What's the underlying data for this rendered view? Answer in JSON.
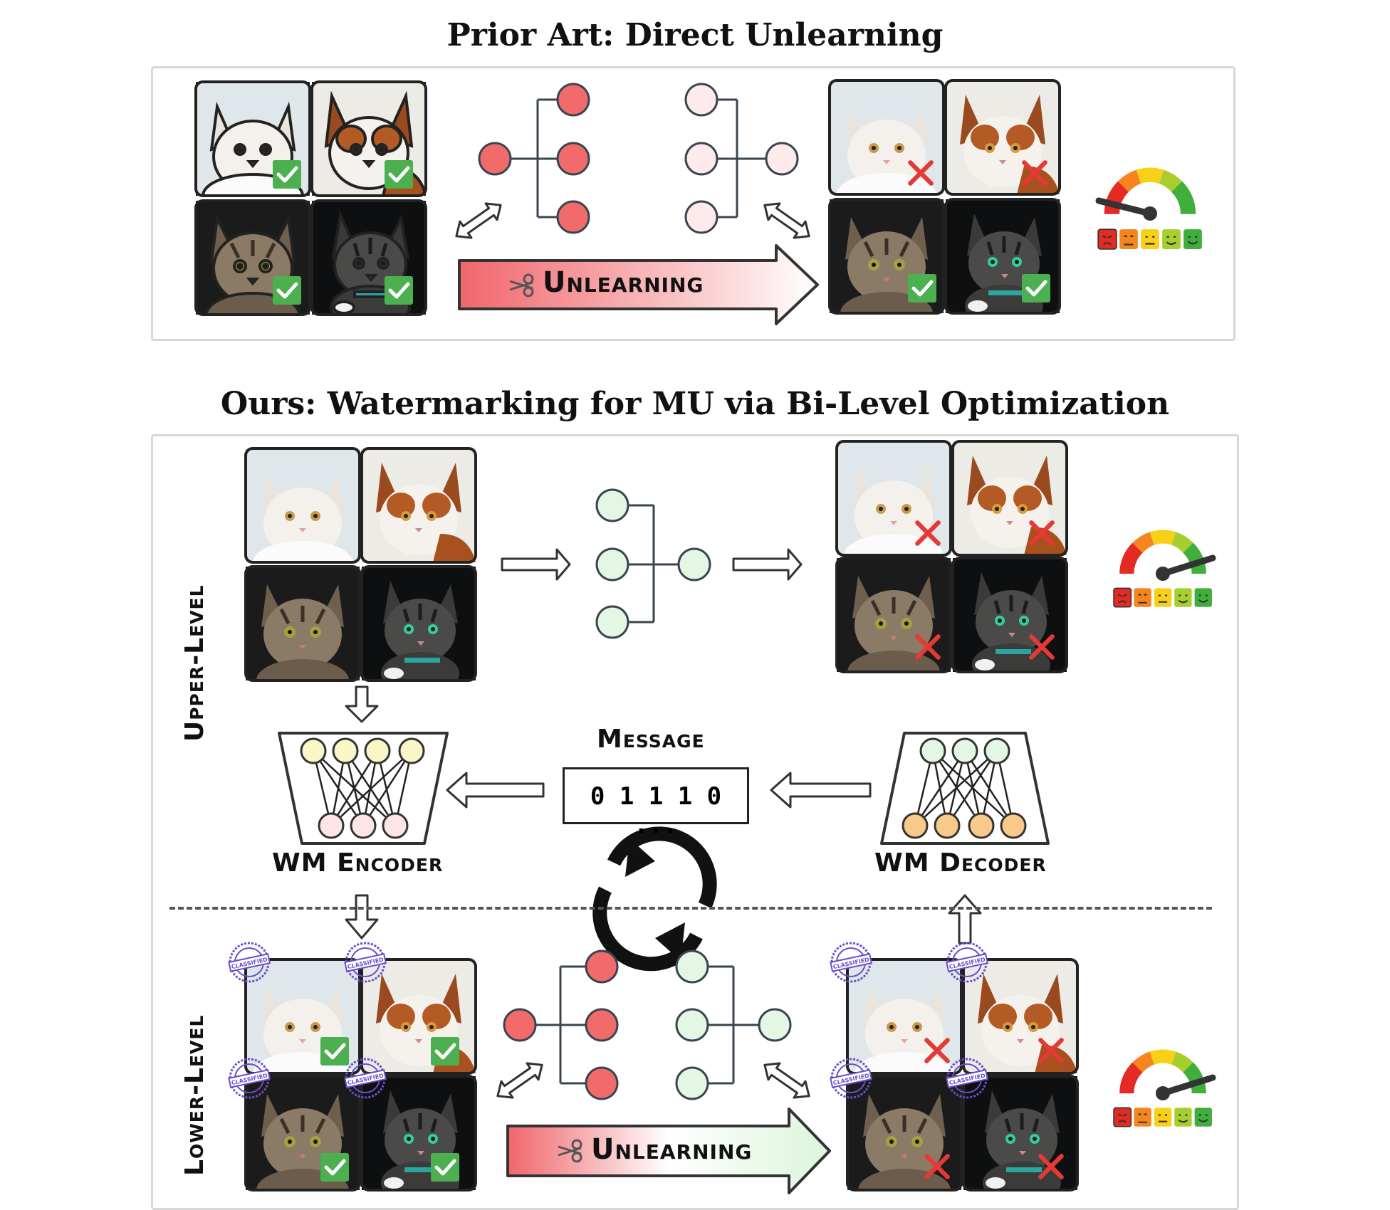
{
  "prior_art": {
    "title": "Prior Art: Direct Unlearning",
    "arrow_label": "Unlearning"
  },
  "ours": {
    "title": "Ours: Watermarking for MU via Bi-Level Optimization",
    "upper_label": "Upper-Level",
    "lower_label": "Lower-Level",
    "message_label": "Message",
    "message_value": "0 1 1 1 0 ...",
    "encoder_label": "WM Encoder",
    "decoder_label": "WM Decoder",
    "arrow_label": "Unlearning",
    "stamp_text": "CLASSIFIED"
  },
  "colors": {
    "forget_node": "#f26b6b",
    "retain_node": "#e4f7e4",
    "faded_node": "#fdeaea",
    "check": "#4caf50",
    "cross": "#e53935",
    "stamp": "#6a4fc8",
    "encoder_top": "#fbf6c8",
    "encoder_bottom": "#fde5e3",
    "decoder_top": "#e4f7e4",
    "decoder_bottom": "#f8c98a"
  }
}
